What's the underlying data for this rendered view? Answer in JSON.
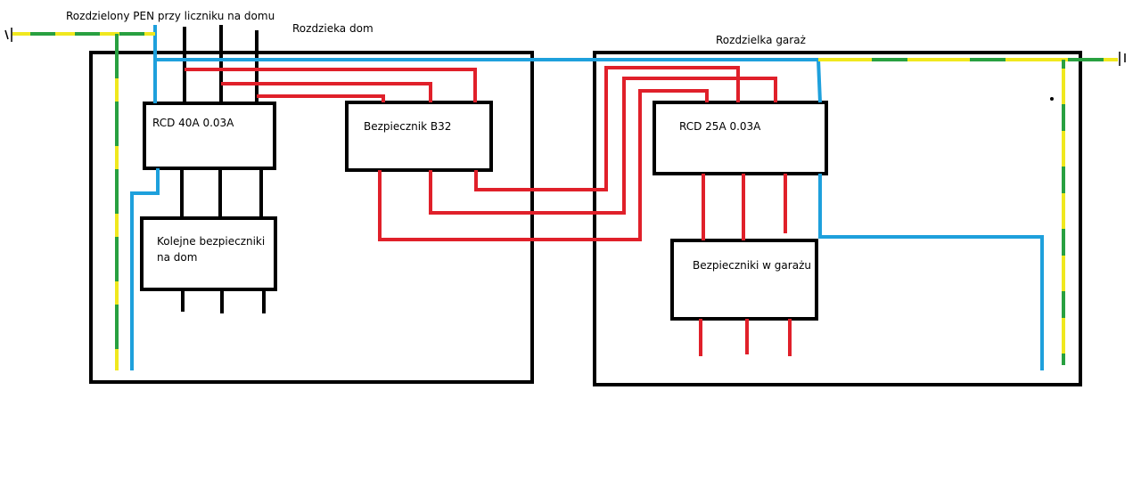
{
  "labels": {
    "pen_split": "Rozdzielony PEN przy liczniku na domu",
    "house_board": "Rozdzieka dom",
    "garage_board": "Rozdzielka garaż",
    "rcd_house": "RCD 40A 0.03A",
    "fuse_b32": "Bezpiecznik B32",
    "house_breakers": "Kolejne bezpieczniki na dom",
    "rcd_garage": "RCD 25A 0.03A",
    "garage_breakers": "Bezpieczniki w garażu"
  },
  "colors": {
    "phase": "#e0202a",
    "live_black": "#000000",
    "neutral": "#1ea0dc",
    "pe_yellow": "#f0e81e",
    "pe_green": "#28a040",
    "outline": "#000000"
  }
}
